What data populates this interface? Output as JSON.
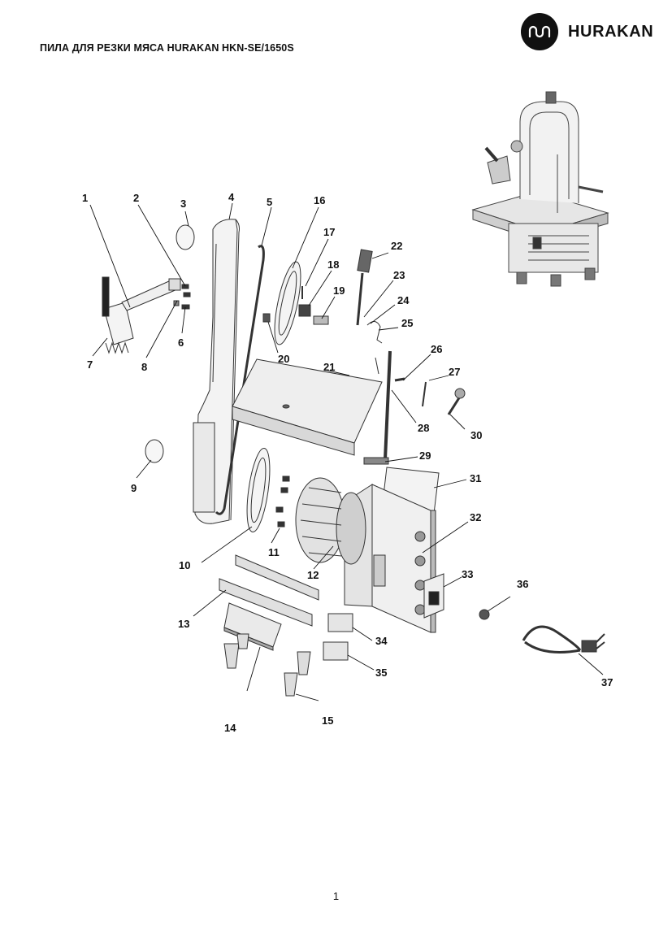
{
  "header": {
    "title": "ПИЛА ДЛЯ РЕЗКИ МЯСА HURAKAN HKN-SE/1650S",
    "brand": "HURAKAN",
    "brand_icon": "hurakan-logo-icon"
  },
  "callouts": [
    "1",
    "2",
    "3",
    "4",
    "5",
    "6",
    "7",
    "8",
    "9",
    "10",
    "11",
    "12",
    "13",
    "14",
    "15",
    "16",
    "17",
    "18",
    "19",
    "20",
    "21",
    "22",
    "23",
    "24",
    "25",
    "26",
    "27",
    "28",
    "29",
    "30",
    "31",
    "32",
    "33",
    "34",
    "35",
    "36",
    "37"
  ],
  "footer": {
    "page_number": "1"
  }
}
